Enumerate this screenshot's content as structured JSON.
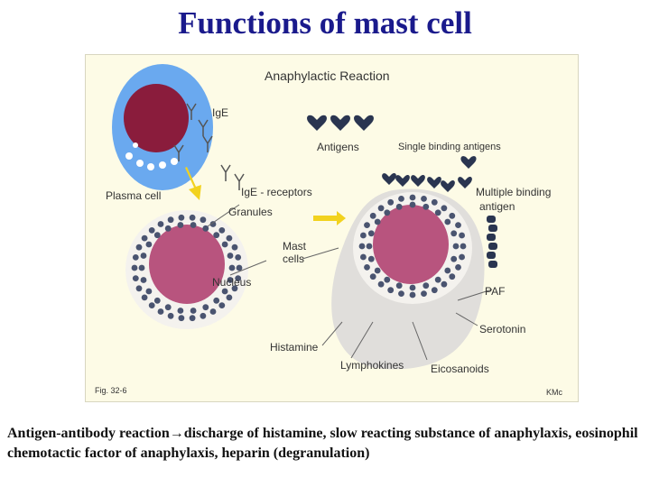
{
  "title": "Functions of mast cell",
  "figure": {
    "heading": "Anaphylactic Reaction",
    "labels": {
      "ige": "IgE",
      "antigens": "Antigens",
      "single_binding": "Single binding antigens",
      "plasma_cell": "Plasma cell",
      "ige_receptors": "IgE - receptors",
      "granules": "Granules",
      "multiple_binding_1": "Multiple binding",
      "multiple_binding_2": "antigen",
      "mast_cells_1": "Mast",
      "mast_cells_2": "cells",
      "nucleus": "Nucleus",
      "paf": "PAF",
      "serotonin": "Serotonin",
      "histamine": "Histamine",
      "lymphokines": "Lymphokines",
      "eicosanoids": "Eicosanoids",
      "fig_number": "Fig. 32-6",
      "credit": "KMc"
    },
    "colors": {
      "background": "#fdfbe6",
      "plasma_cell": "#5aa0f0",
      "nucleus": "#b8547e",
      "granule": "#4a5470",
      "cytoplasm": "#e8e6e2",
      "antigen": "#2a3550",
      "arrow": "#f2d21e"
    }
  },
  "caption": "Antigen-antibody reaction→discharge of histamine, slow reacting substance of anaphylaxis, eosinophil chemotactic factor of anaphylaxis, heparin (degranulation)"
}
